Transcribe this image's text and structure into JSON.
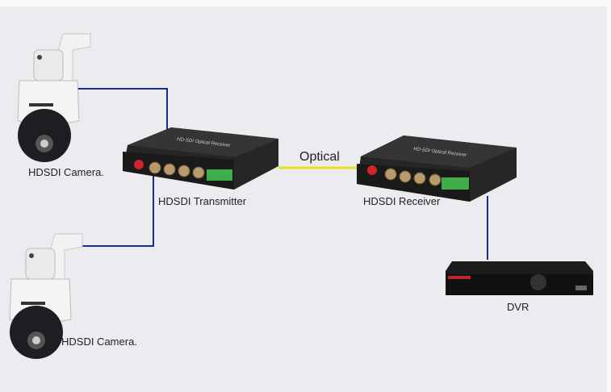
{
  "labels": {
    "camera_top": "HDSDI Camera.",
    "camera_bottom": "HDSDI Camera.",
    "transmitter": "HDSDI Transmitter",
    "receiver": "HDSDI Receiver",
    "optical": "Optical",
    "dvr": "DVR"
  },
  "device_print": "HD-SDI Optical Receiver",
  "colors": {
    "background": "#ecebef",
    "coax_line": "#1c2a8c",
    "fiber_line": "#e6e21c",
    "device": "#1e1e1e"
  }
}
